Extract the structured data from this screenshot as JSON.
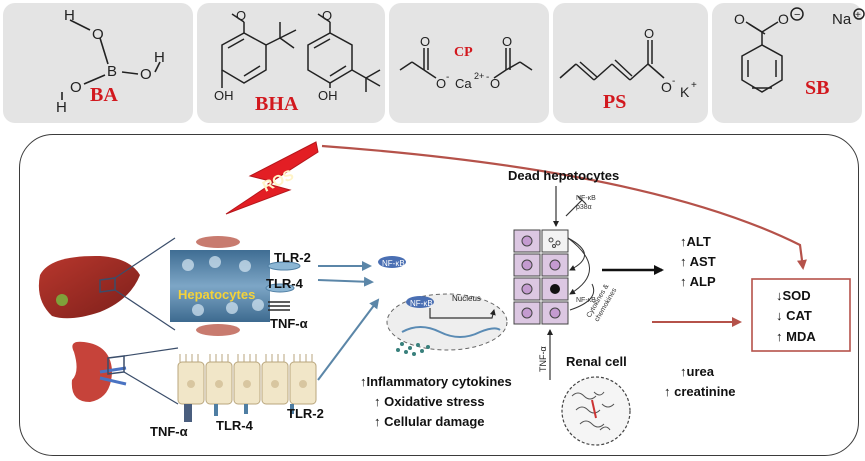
{
  "compounds": {
    "ba": {
      "label": "BA",
      "h_top": "H",
      "o_top": "O",
      "o_left": "O",
      "o_right": "O",
      "h_left": "H",
      "h_right": "H",
      "b": "B"
    },
    "bha": {
      "label": "BHA",
      "o_top": "O",
      "oh": "OH"
    },
    "bha2": {
      "o_top": "O",
      "oh": "OH"
    },
    "cp": {
      "label": "CP",
      "o_minus_left": "O",
      "ca": "Ca",
      "ca_charge": "2+",
      "o_minus_right": "O",
      "o1": "O",
      "o2": "O",
      "minus1": "-",
      "minus2": "-"
    },
    "ps": {
      "label": "PS",
      "o_dbl": "O",
      "o_minus": "O",
      "minus": "-",
      "k": "K",
      "k_charge": "+"
    },
    "sb": {
      "label": "SB",
      "o_dbl": "O",
      "o_minus": "O",
      "minus": "−",
      "na": "Na",
      "na_charge": "+"
    }
  },
  "colors": {
    "label_red": "#d2181e",
    "arrow_brown": "#b5524a",
    "tissue_blue": "#5b86a8",
    "hepatocyte_text": "#f4d23a",
    "ros_red": "#e31e24"
  },
  "mechanism": {
    "ros": "ROS",
    "hepatocytes": "Hepatocytes",
    "liver_receptors": [
      "TLR-2",
      "TLR-4",
      "TNF-α"
    ],
    "kidney_receptors": [
      "TNF-α",
      "TLR-4",
      "TLR-2"
    ],
    "nfkb_outside": "NF-κB",
    "nfkb_inside": "NF-κB",
    "nucleus": "Nucleus",
    "effects": [
      "↑Inflammatory cytokines",
      "↑ Oxidative stress",
      "↑ Cellular damage"
    ],
    "dead_hepatocytes": "Dead hepatocytes",
    "signal_labels": [
      "NF-κB",
      "p38α"
    ],
    "cytokine_label": "Cytokines &",
    "chemokine_label": "chemokines",
    "tnf_vertical": "TNF-α",
    "nfkb_small2": "NF-κB",
    "renal_cell": "Renal cell",
    "liver_markers": [
      "↑ALT",
      "↑ AST",
      "↑ ALP"
    ],
    "kidney_markers": [
      "↑urea",
      "↑ creatinine"
    ],
    "oxidative_markers": [
      "↓SOD",
      "↓ CAT",
      "↑ MDA"
    ]
  }
}
